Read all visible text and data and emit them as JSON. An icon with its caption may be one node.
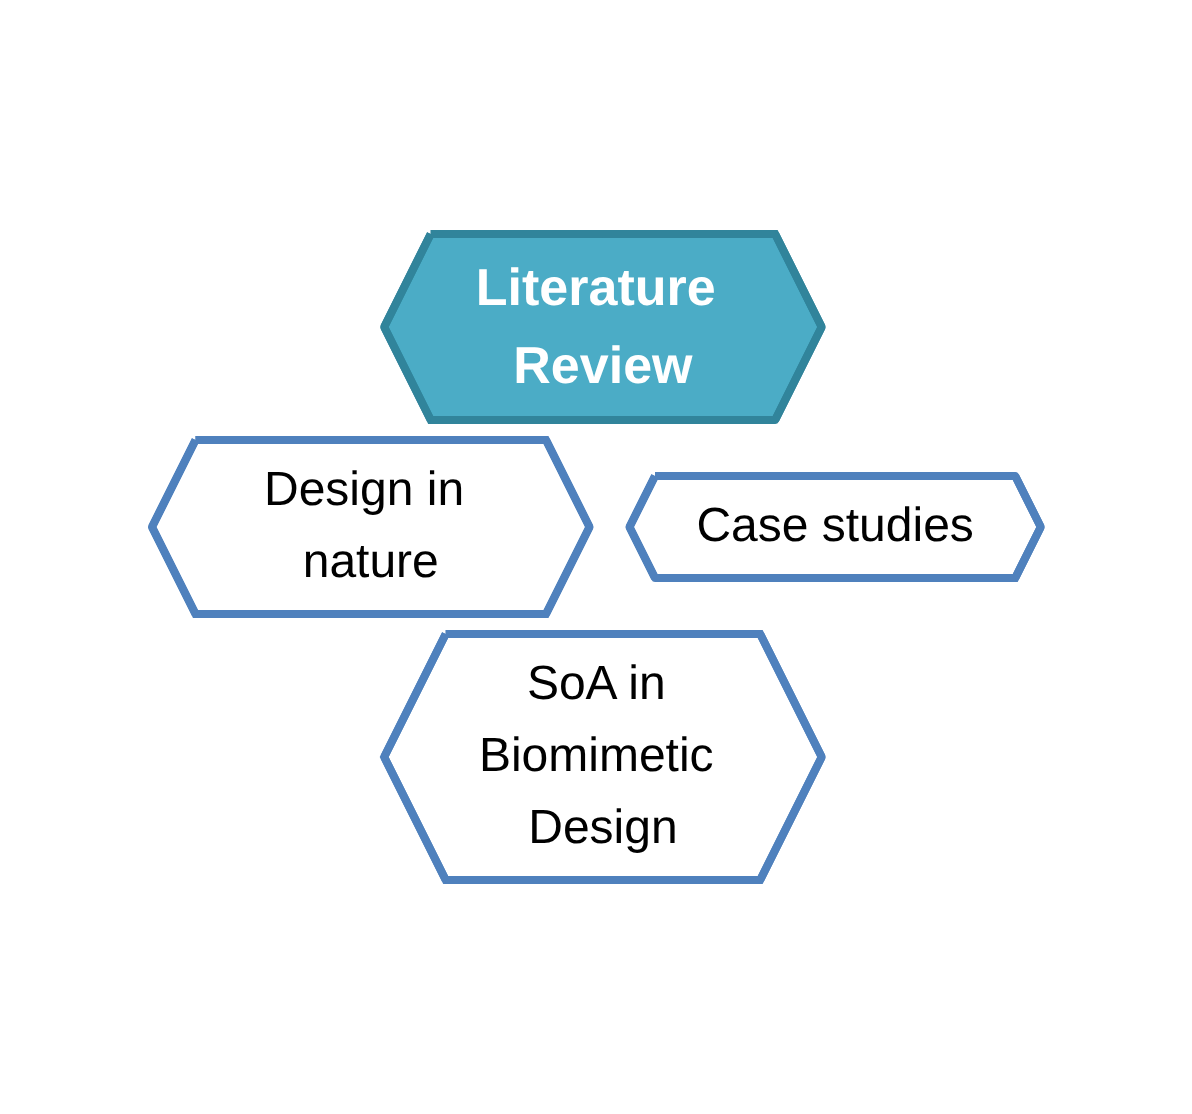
{
  "diagram": {
    "nodes": [
      {
        "text": [
          "Literature Review"
        ]
      },
      {
        "text": [
          "Design in nature"
        ]
      },
      {
        "text": [
          "Case studies"
        ]
      },
      {
        "text": [
          "SoA in Biomimetic Design"
        ]
      }
    ]
  }
}
